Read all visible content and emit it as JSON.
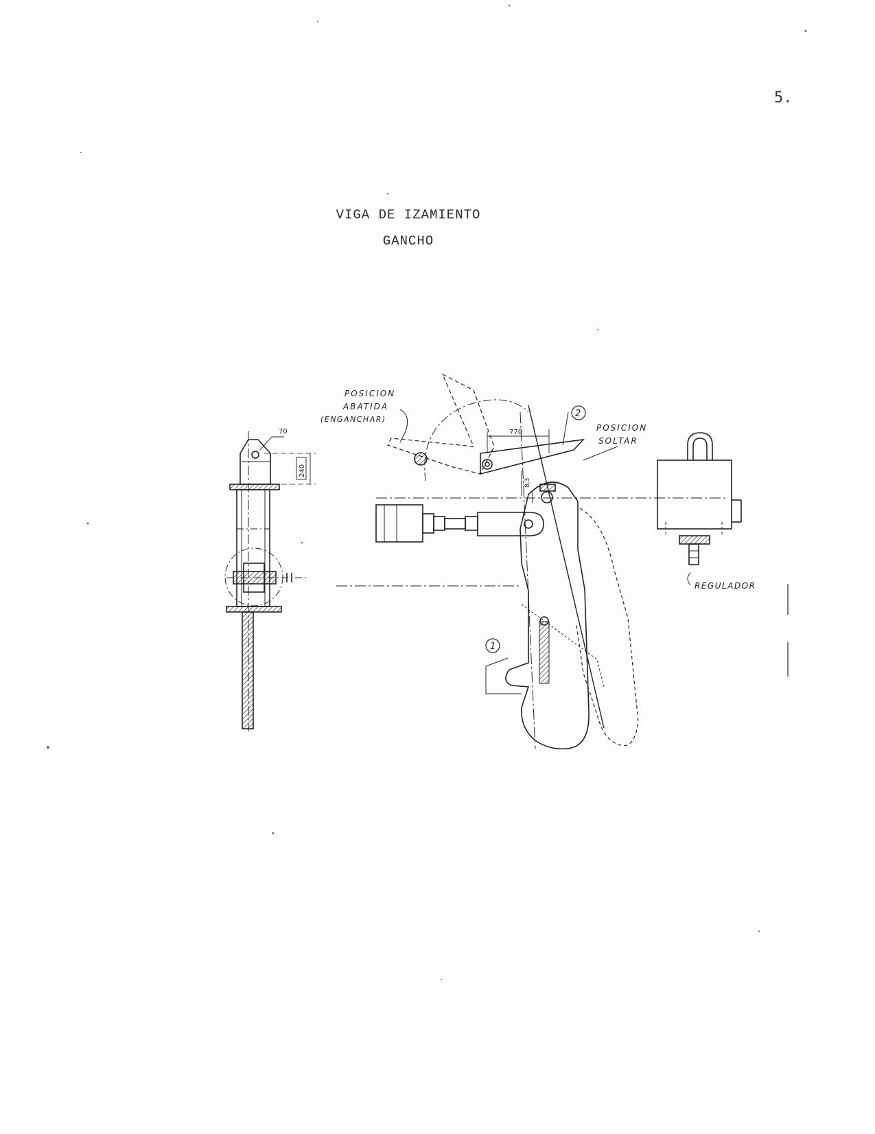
{
  "page": {
    "number": "5."
  },
  "title": {
    "line1": "VIGA DE IZAMIENTO",
    "line2": "GANCHO"
  },
  "drawing": {
    "labels": {
      "posicion_abatida_1": "POSICION",
      "posicion_abatida_2": "ABATIDA",
      "posicion_abatida_3": "(ENGANCHAR)",
      "posicion_soltar_1": "POSICION",
      "posicion_soltar_2": "SOLTAR",
      "regulador": "REGULADOR"
    },
    "dimensions": {
      "d70": "70",
      "d240": "240",
      "d770": "770",
      "d83": "8,3"
    },
    "callouts": {
      "c1": "1",
      "c2": "2"
    }
  }
}
